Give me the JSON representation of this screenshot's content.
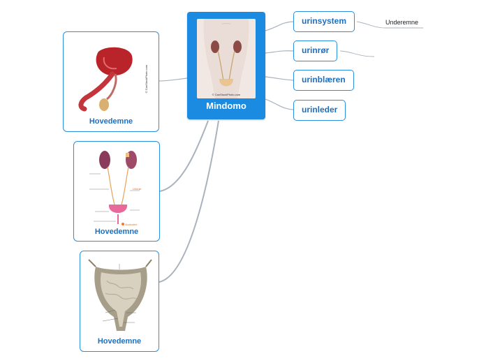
{
  "central": {
    "title": "Mindomo",
    "image_watermark": "© CanStockPhoto.com"
  },
  "subtopics": [
    {
      "label": "urinsystem"
    },
    {
      "label": "urinrør"
    },
    {
      "label": "urinblæren"
    },
    {
      "label": "urinleder"
    }
  ],
  "leaf": {
    "label": "Underemne"
  },
  "cards": [
    {
      "caption": "Hovedemne",
      "image_credit": "© CanStockPhoto.com"
    },
    {
      "caption": "Hovedemne",
      "image_brand": "Illustrated",
      "image_label_urinror": "Urinrør"
    },
    {
      "caption": "Hovedemne"
    }
  ],
  "colors": {
    "accent": "#1a8be0",
    "border": "#2a8fde",
    "text_blue": "#1f6fbf",
    "connector": "#a9b3bd"
  }
}
